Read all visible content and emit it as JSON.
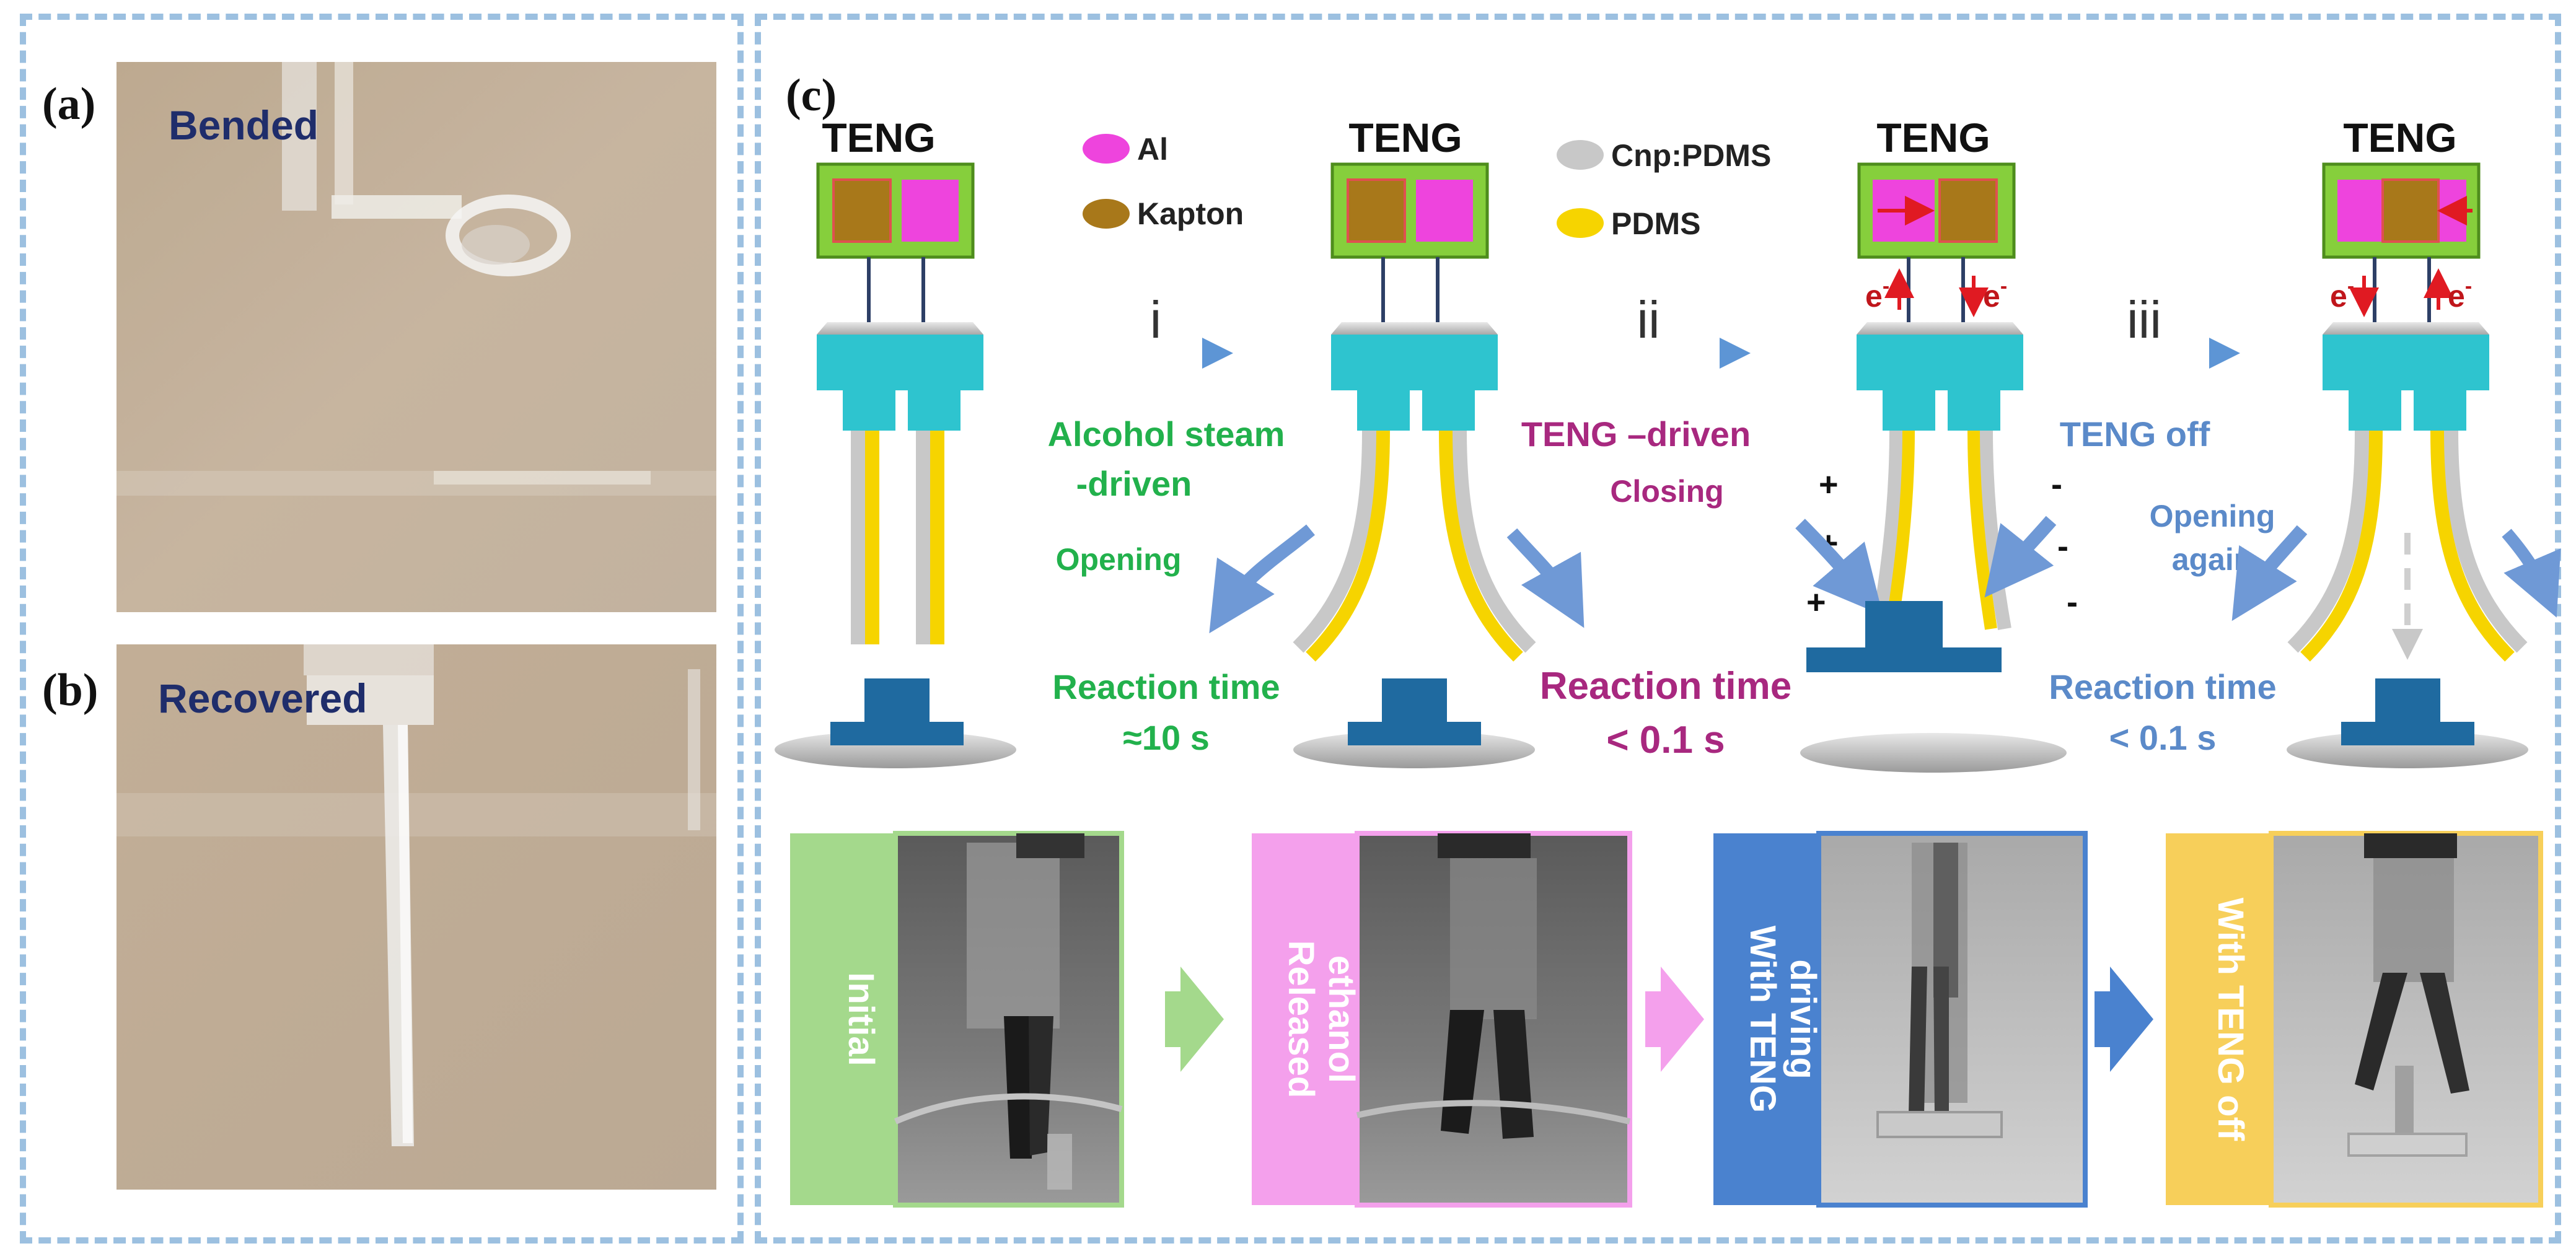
{
  "panels": {
    "a": {
      "letter": "(a)",
      "label": "Bended"
    },
    "b": {
      "letter": "(b)",
      "label": "Recovered"
    },
    "c": {
      "letter": "(c)"
    }
  },
  "teng_title": "TENG",
  "legend": {
    "al": "Al",
    "kapton": "Kapton",
    "cnp_pdms": "Cnp:PDMS",
    "pdms": "PDMS"
  },
  "steps": [
    "i",
    "ii",
    "iii"
  ],
  "captions": {
    "step1_line1": "Alcohol steam",
    "step1_line2": "-driven",
    "step1_motion": "Opening",
    "step1_time1": "Reaction  time",
    "step1_time2": "≈10 s",
    "step2_line1": "TENG –driven",
    "step2_motion": "Closing",
    "step2_time1": "Reaction time",
    "step2_time2": "< 0.1 s",
    "step3_line1": "TENG  off",
    "step3_motion1": "Opening",
    "step3_motion2": "again",
    "step3_time1": "Reaction  time",
    "step3_time2": "< 0.1 s"
  },
  "electron": "e",
  "charges": {
    "plus": "+",
    "minus": "-"
  },
  "photo_labels": {
    "p1": "Initial",
    "p2_line1": "Released",
    "p2_line2": "ethanol",
    "p3_line1": "With TENG",
    "p3_line2": "driving",
    "p4": "With TENG off"
  },
  "colors": {
    "frame": "#9cc0e0",
    "al": "#ee44dd",
    "kapton": "#a8781a",
    "cnp_pdms": "#c8c8c8",
    "pdms": "#f6d400",
    "teng_box": "#86cf3c",
    "holder": "#2ec4cf",
    "base": "#1f6aa0",
    "green_text": "#22b14c",
    "magenta_text": "#a8287f",
    "blue_text": "#5b8ac9",
    "initial_tab": "#a4d98c",
    "ethanol_tab": "#f4a0ec",
    "teng_tab": "#4a82cf",
    "off_tab": "#f7cf5a"
  }
}
